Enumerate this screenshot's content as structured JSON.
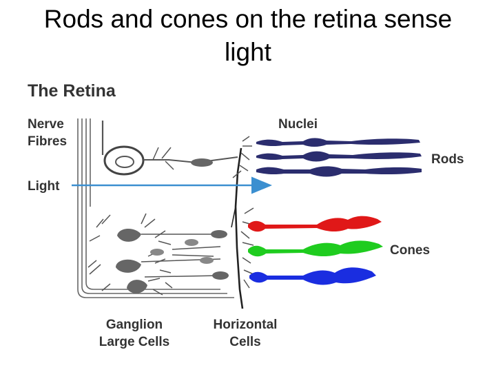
{
  "slide": {
    "title_line1": "Rods and cones on the retina sense",
    "title_line2": "light"
  },
  "diagram": {
    "heading": "The Retina",
    "labels": {
      "nerve_line1": "Nerve",
      "nerve_line2": "Fibres",
      "light": "Light",
      "nuclei": "Nuclei",
      "rods": "Rods",
      "cones": "Cones",
      "ganglion_line1": "Ganglion",
      "ganglion_line2": "Large Cells",
      "horizontal_line1": "Horizontal",
      "horizontal_line2": "Cells"
    },
    "colors": {
      "rod": "#2b2d6e",
      "cone_red": "#e01818",
      "cone_green": "#1fcc1f",
      "cone_blue": "#1a2de0",
      "light_arrow": "#3b8fd0",
      "neuron": "#555555"
    }
  }
}
